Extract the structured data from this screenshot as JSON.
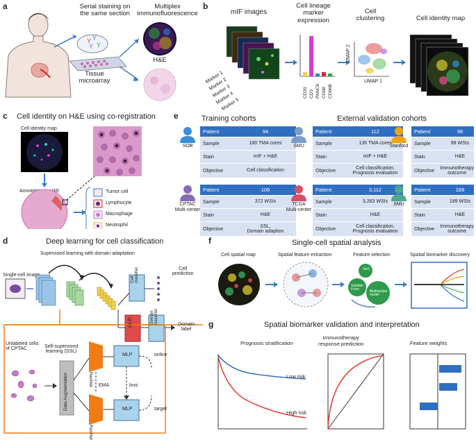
{
  "panels": {
    "a": {
      "letter": "a",
      "serial": "Serial staining on\nthe same section",
      "mif": "Multiplex\nimmunofluorescence",
      "he": "H&E",
      "tma": "Tissue\nmicroarray"
    },
    "b": {
      "letter": "b",
      "mif_images": "mIF images",
      "lineage": "Cell lineage\nmarker\nexpression",
      "clustering": "Cell\nclustering",
      "identity_map": "Cell identity map",
      "markers": [
        "Marker 1",
        "Marker 2",
        "Marker 3",
        "Marker 4",
        "Marker 5"
      ],
      "bar_labels": [
        "CD20",
        "CD3",
        "PANCK",
        "CD68",
        "CD66B"
      ],
      "umap1": "UMAP 1",
      "umap2": "UMAP 2"
    },
    "c": {
      "letter": "c",
      "title": "Cell identity on H&E using co-registration",
      "identity_map": "Cell identity map",
      "annotation": "Annotation to H&E",
      "legend": [
        "Tumor cell",
        "Lymphocyte",
        "Macrophage",
        "Neutrophil"
      ]
    },
    "d": {
      "letter": "d",
      "title": "Deep learning for cell classification",
      "supervised": "Supervised learning with domain adaptation",
      "single_cell": "Single-cell image",
      "cell_prediction": "Cell\nprediction",
      "cell_classifier": "Cell\nclassifier",
      "glr": "GLR",
      "domain_classifier": "Domain\nclassifier",
      "domain_label": "Domain\nlabel",
      "unlabeled": "Unlabeled cells\nof CPTAC",
      "ssl": "Self-supervised\nlearning (SSL)",
      "augmentation": "Data Augmentation",
      "resnet": "ResNet",
      "mlp": "MLP",
      "ema": "EMA",
      "loss": "loss",
      "online": "online",
      "target": "target"
    },
    "e": {
      "letter": "e",
      "training": "Training cohorts",
      "external": "External validation cohorts",
      "cohorts": [
        {
          "name": "SOB",
          "color": "#3a8fd9",
          "rows": [
            [
              "Patient",
              "94"
            ],
            [
              "Sample",
              "180 TMA cores"
            ],
            [
              "Stain",
              "mIF + H&E"
            ],
            [
              "Objective",
              "Cell classification"
            ]
          ]
        },
        {
          "name": "SMU",
          "color": "#7a9cc6",
          "rows": [
            [
              "Patient",
              "112"
            ],
            [
              "Sample",
              "136 TMA cores"
            ],
            [
              "Stain",
              "mIF + H&E"
            ],
            [
              "Objective",
              "Cell classification,\nPrognosis evaluation"
            ]
          ]
        },
        {
          "name": "Stanford",
          "color": "#f2a30f",
          "rows": [
            [
              "Patient",
              "98"
            ],
            [
              "Sample",
              "98 WSIs"
            ],
            [
              "Stain",
              "H&E"
            ],
            [
              "Objective",
              "Immunotherapy\noutcome"
            ]
          ]
        },
        {
          "name": "CPTAC\nMulti-center",
          "color": "#8a6bb8",
          "rows": [
            [
              "Patient",
              "106"
            ],
            [
              "Sample",
              "372 WSIs"
            ],
            [
              "Stain",
              "H&E"
            ],
            [
              "Objective",
              "SSL,\nDomain adaption"
            ]
          ]
        },
        {
          "name": "TCGA\nMulti-center",
          "color": "#d94f6a",
          "rows": [
            [
              "Patient",
              "3,112"
            ],
            [
              "Sample",
              "3,263 WSIs"
            ],
            [
              "Stain",
              "H&E"
            ],
            [
              "Objective",
              "Cell classification,\nPrognosis evaluation"
            ]
          ]
        },
        {
          "name": "SMU",
          "color": "#4fa88a",
          "rows": [
            [
              "Patient",
              "189"
            ],
            [
              "Sample",
              "189 WSIs"
            ],
            [
              "Stain",
              "H&E"
            ],
            [
              "Objective",
              "Immunotherapy\noutcome"
            ]
          ]
        }
      ]
    },
    "f": {
      "letter": "f",
      "title": "Single-cell spatial analysis",
      "cell_map": "Cell spatial map",
      "extraction": "Spatial feature extraction",
      "selection": "Feature selection",
      "discovery": "Spatial biomarker discovery",
      "bubbles": [
        "Var1",
        "Variable\nFrom",
        "Multivariate\nmodel"
      ]
    },
    "g": {
      "letter": "g",
      "title": "Spatial biomarker validation and interpretation",
      "prognosis": "Prognosis stratification",
      "immuno": "Immunotherapy\nresponse prediction",
      "weights": "Feature weights",
      "low_risk": "Low risk",
      "high_risk": "High risk"
    }
  },
  "colors": {
    "blue": "#2f6fc1",
    "light_blue": "#d9e2f2",
    "orange": "#f07c14",
    "red": "#e23b2e",
    "arrow": "#3b7bd0"
  }
}
